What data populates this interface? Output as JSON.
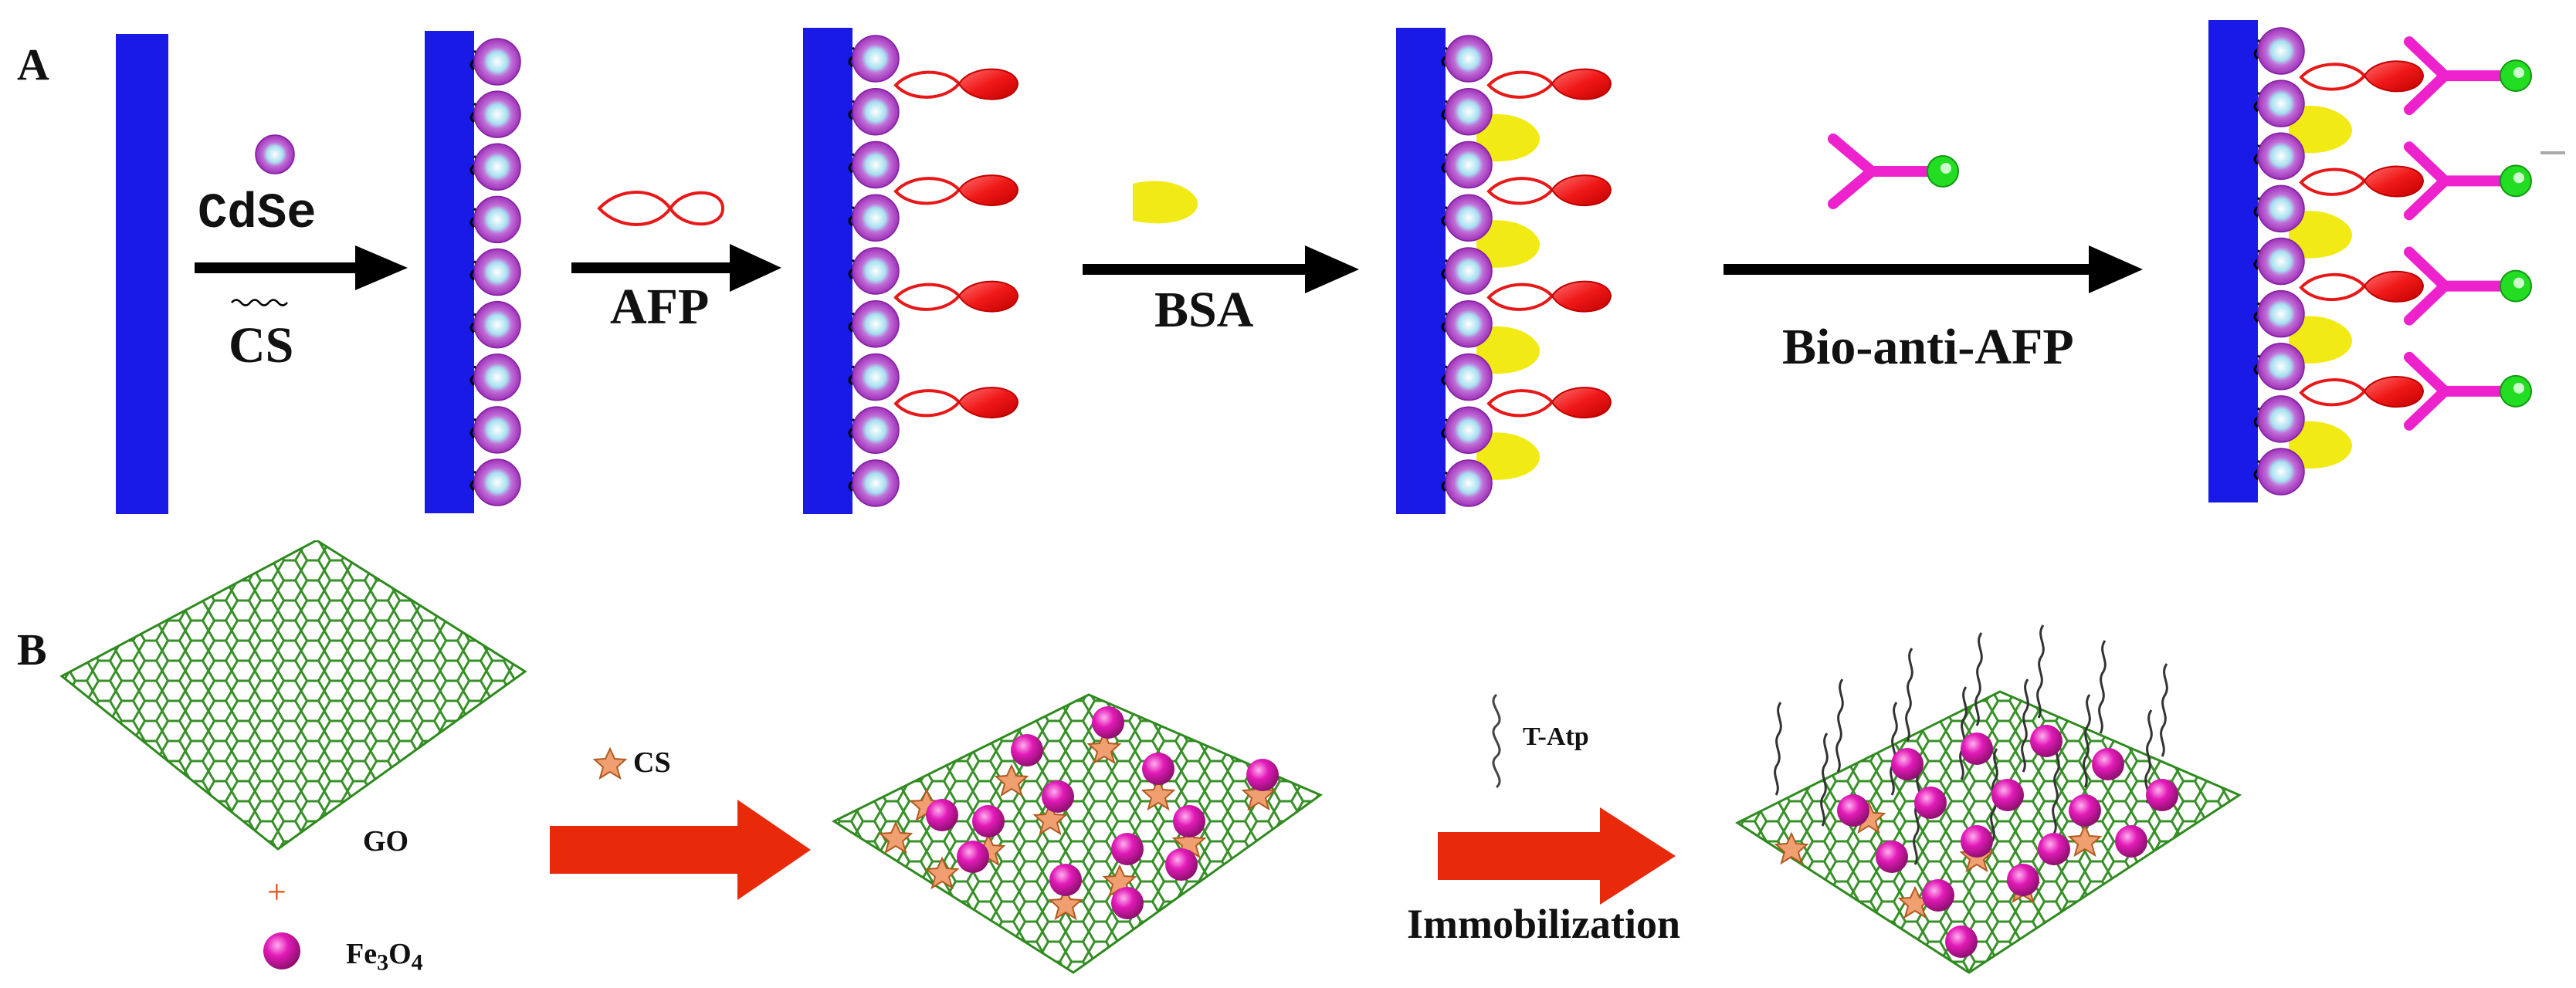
{
  "panels": {
    "a": {
      "label": "A",
      "reagents": {
        "cdse": "CdSe",
        "cs": "CS",
        "afp": "AFP",
        "bsa": "BSA",
        "bio_anti_afp": "Bio-anti-AFP"
      }
    },
    "b": {
      "label": "B",
      "labels": {
        "go": "GO",
        "plus": "+",
        "fe3o4_prefix": "Fe",
        "fe3o4_sub3": "3",
        "fe3o4_o": "O",
        "fe3o4_sub4": "4",
        "cs": "CS",
        "t_atp": "T-Atp",
        "immobilization": "Immobilization"
      }
    }
  },
  "colors": {
    "electrode": "#1a1ae6",
    "cdse_sphere": "#b040c8",
    "afp": "#e81818",
    "bsa": "#f2ea14",
    "antibody": "#ee22cc",
    "biotin": "#22dd22",
    "arrow_black": "#000000",
    "arrow_red": "#e82a0a",
    "graphene": "#2e8a1e",
    "fe3o4_sphere": "#e21ab8",
    "cs_star": "#e08040"
  }
}
